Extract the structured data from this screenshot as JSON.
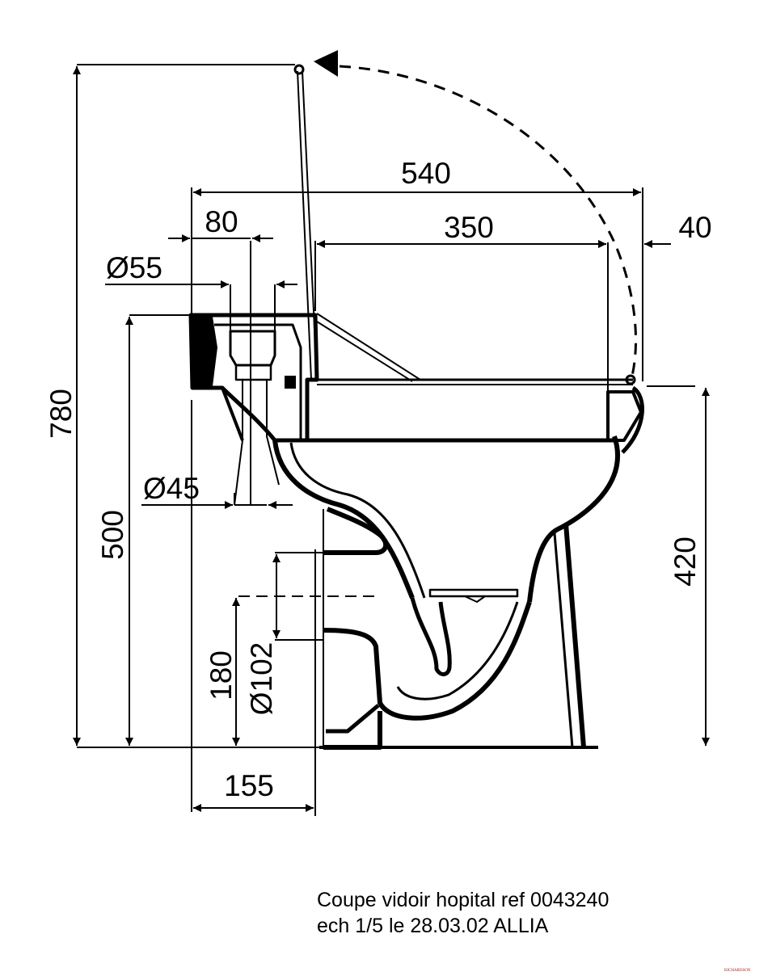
{
  "dimensions": {
    "total_height": "780",
    "seat_height": "500",
    "rim_height": "420",
    "overall_length": "540",
    "seat_length": "350",
    "rear_offset": "40",
    "inlet_offset": "80",
    "inlet_diameter": "Ø55",
    "vent_diameter": "Ø45",
    "outlet_height": "180",
    "outlet_diameter": "Ø102",
    "outlet_depth": "155"
  },
  "caption": {
    "line1": "Coupe  vidoir hopital ref 0043240",
    "line2": "ech 1/5 le 28.03.02 ALLIA"
  },
  "brand": "RICHARDSON",
  "colors": {
    "ink": "#000000",
    "background": "#ffffff",
    "brand": "#b02020"
  }
}
